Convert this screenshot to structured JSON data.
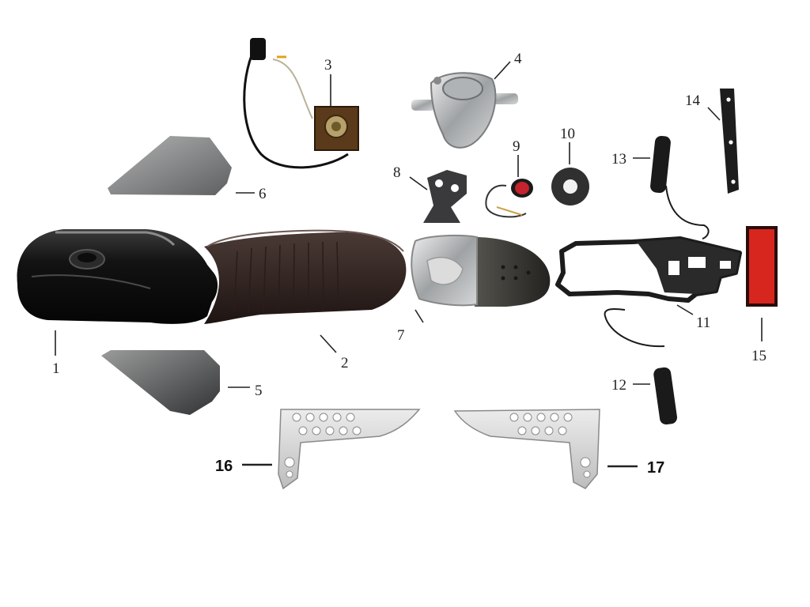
{
  "colors": {
    "background": "#ffffff",
    "tank_black": "#141414",
    "seat_brown": "#3a2a25",
    "panel_grey": "#8d8f8f",
    "chrome": "#c9cbcc",
    "reflector_red": "#d7261e",
    "bracket_silver": "#d5d5d5",
    "leader_line": "#222222"
  },
  "callouts": [
    {
      "number": "1",
      "part": "fuel-tank"
    },
    {
      "number": "2",
      "part": "seat"
    },
    {
      "number": "3",
      "part": "fuel-sender"
    },
    {
      "number": "4",
      "part": "fuel-pump"
    },
    {
      "number": "5",
      "part": "side-cover-lower"
    },
    {
      "number": "6",
      "part": "side-cover-upper"
    },
    {
      "number": "7",
      "part": "rear-fender-with-tail-light"
    },
    {
      "number": "8",
      "part": "tail-light-bracket"
    },
    {
      "number": "9",
      "part": "tail-light"
    },
    {
      "number": "10",
      "part": "rubber-grommet"
    },
    {
      "number": "11",
      "part": "license-plate-frame"
    },
    {
      "number": "12",
      "part": "turn-signal-rear-left"
    },
    {
      "number": "13",
      "part": "turn-signal-rear-right"
    },
    {
      "number": "14",
      "part": "plate-bracket-strip"
    },
    {
      "number": "15",
      "part": "rear-reflector"
    },
    {
      "number": "16",
      "part": "heel-guard-left"
    },
    {
      "number": "17",
      "part": "heel-guard-right"
    }
  ]
}
